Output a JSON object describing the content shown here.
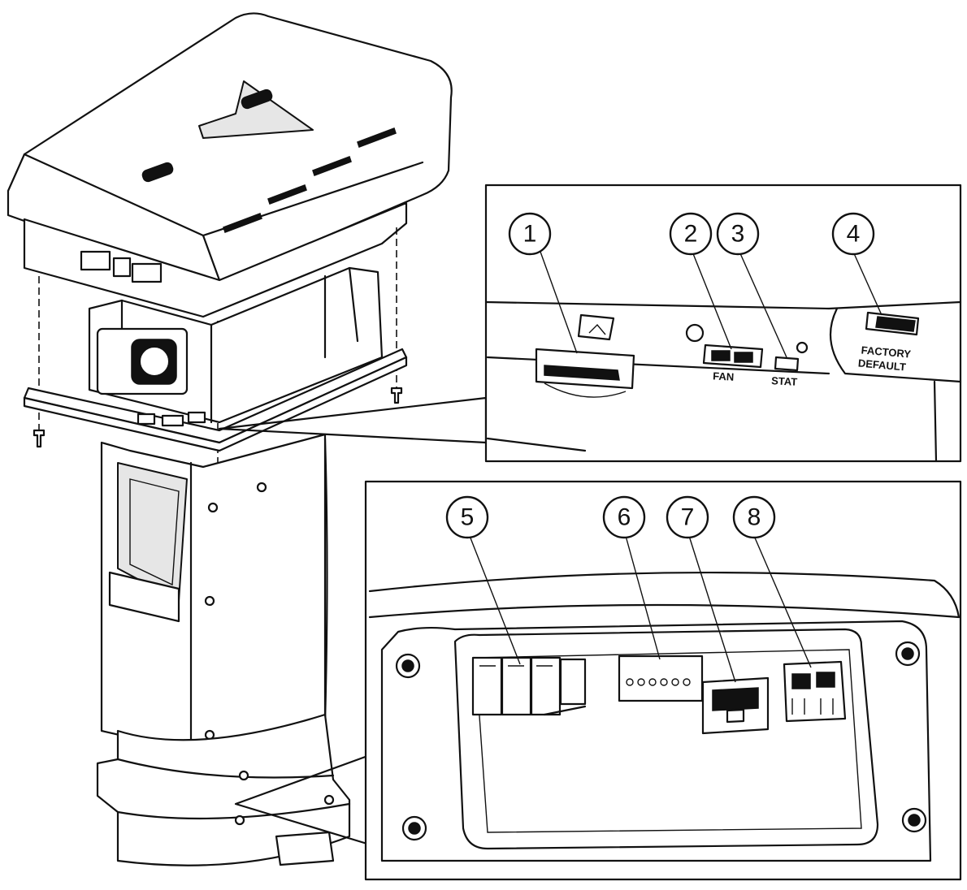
{
  "callouts": [
    {
      "num": "1",
      "target": "sd-card-slot"
    },
    {
      "num": "2",
      "target": "fan-connector"
    },
    {
      "num": "3",
      "target": "status-led"
    },
    {
      "num": "4",
      "target": "factory-default-button"
    },
    {
      "num": "5",
      "target": "terminal-block-connectors"
    },
    {
      "num": "6",
      "target": "io-connector"
    },
    {
      "num": "7",
      "target": "network-connector"
    },
    {
      "num": "8",
      "target": "power-connector"
    }
  ],
  "labels": {
    "fan": "FAN",
    "stat": "STAT",
    "factory_line1": "FACTORY",
    "factory_line2": "DEFAULT"
  }
}
